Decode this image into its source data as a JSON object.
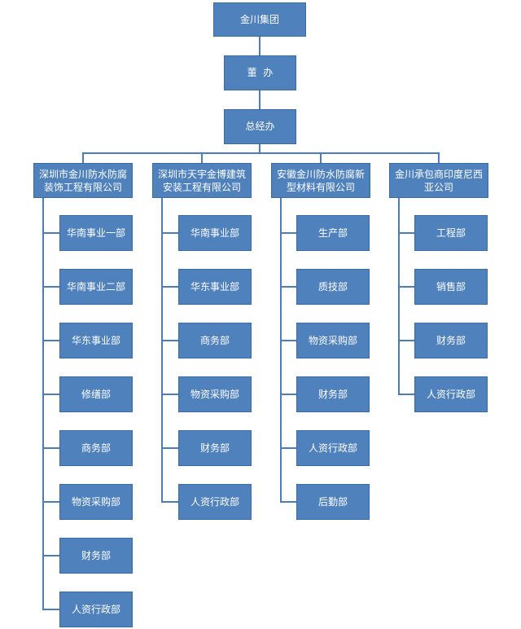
{
  "colors": {
    "box_fill": "#4f81bd",
    "box_border": "#3c6aa4",
    "connector": "#4a7ebb",
    "text": "#ffffff"
  },
  "top": {
    "group": "金川集团",
    "board_office": "董  办",
    "gm_office": "总经办"
  },
  "companies": [
    {
      "name": "深圳市金川防水防腐装饰工程有限公司",
      "departments": [
        "华南事业一部",
        "华南事业二部",
        "华东事业部",
        "修缮部",
        "商务部",
        "物资采购部",
        "财务部",
        "人资行政部"
      ]
    },
    {
      "name": "深圳市天宇金博建筑安装工程有限公司",
      "departments": [
        "华南事业部",
        "华东事业部",
        "商务部",
        "物资采购部",
        "财务部",
        "人资行政部"
      ]
    },
    {
      "name": "安徽金川防水防腐新型材料有限公司",
      "departments": [
        "生产部",
        "质技部",
        "物资采购部",
        "财务部",
        "人资行政部",
        "后勤部"
      ]
    },
    {
      "name": "金川承包商印度尼西亚公司",
      "departments": [
        "工程部",
        "销售部",
        "财务部",
        "人资行政部"
      ]
    }
  ]
}
